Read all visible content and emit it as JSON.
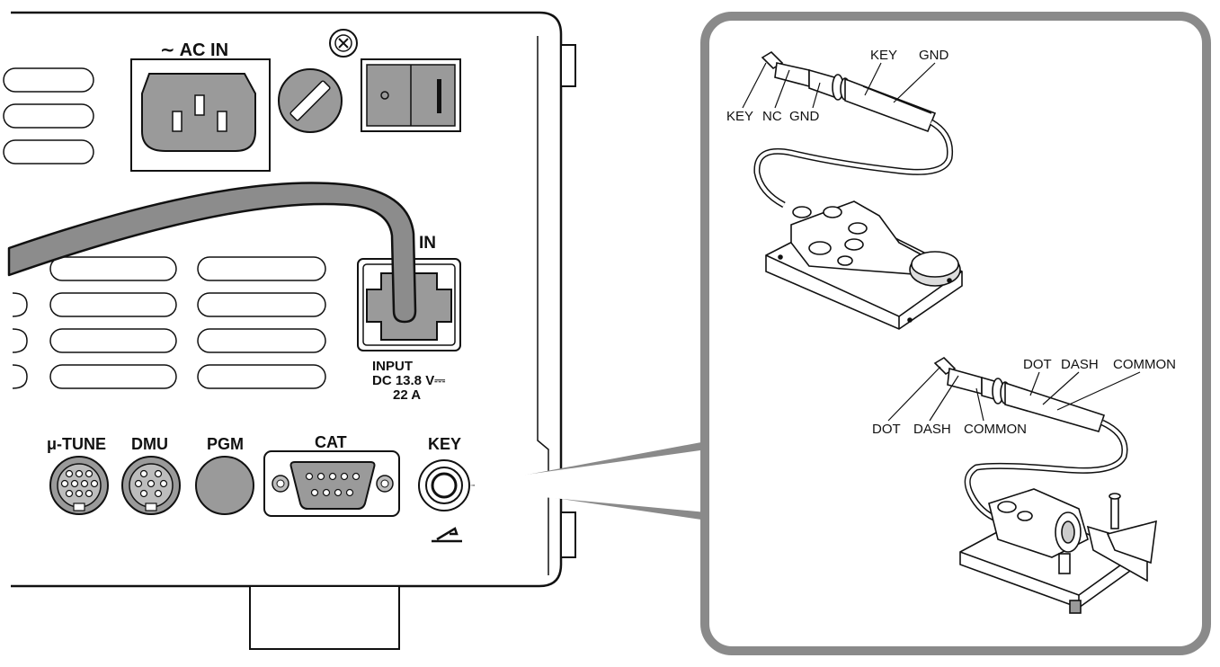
{
  "panel": {
    "ac_in_label": "∼ AC IN",
    "dc_in_label": "IN",
    "input_line1": "INPUT",
    "input_line2": "DC 13.8 V⎓",
    "input_line3": "22 A",
    "connectors": {
      "mu_tune": "μ-TUNE",
      "dmu": "DMU",
      "pgm": "PGM",
      "cat": "CAT",
      "key": "KEY"
    }
  },
  "callout": {
    "straight_key": {
      "top_labels": [
        "KEY",
        "GND"
      ],
      "plug_labels": [
        "KEY",
        "NC",
        "GND"
      ]
    },
    "paddle": {
      "top_labels": [
        "DOT",
        "DASH",
        "COMMON"
      ],
      "plug_labels": [
        "DOT",
        "DASH",
        "COMMON"
      ]
    }
  },
  "colors": {
    "line": "#111111",
    "connector_fill": "#9a9a9a",
    "callout_frame": "#8a8a8a",
    "cable_fill": "#8c8c8c"
  }
}
